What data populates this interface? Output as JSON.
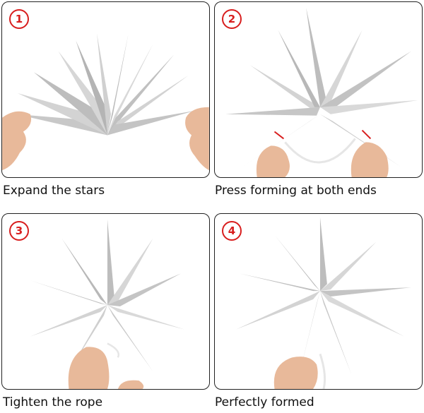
{
  "steps": [
    {
      "number": "1",
      "caption": "Expand the stars"
    },
    {
      "number": "2",
      "caption": "Press forming at both ends"
    },
    {
      "number": "3",
      "caption": "Tighten the rope"
    },
    {
      "number": "4",
      "caption": "Perfectly formed"
    }
  ],
  "colors": {
    "accent": "#d81e1e",
    "star_light": "#d9d9d9",
    "star_dark": "#a9a9a9",
    "skin": "#e8b99a",
    "border": "#222222"
  }
}
